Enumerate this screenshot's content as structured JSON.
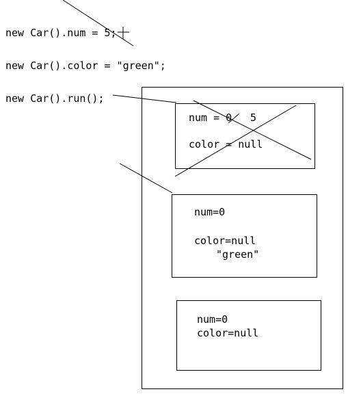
{
  "code": {
    "line1": "new Car().num = 5;",
    "line2": "new Car().color = \"green\";",
    "line3": "new Car().run();"
  },
  "heap": {
    "object1": {
      "num_label": "num = 0",
      "num_new_value": "5",
      "color_label": "color = null"
    },
    "object2": {
      "num_label": "num=0",
      "color_label": "color=null",
      "color_new_value": "\"green\""
    },
    "object3": {
      "num_label": "num=0",
      "color_label": "color=null"
    }
  }
}
